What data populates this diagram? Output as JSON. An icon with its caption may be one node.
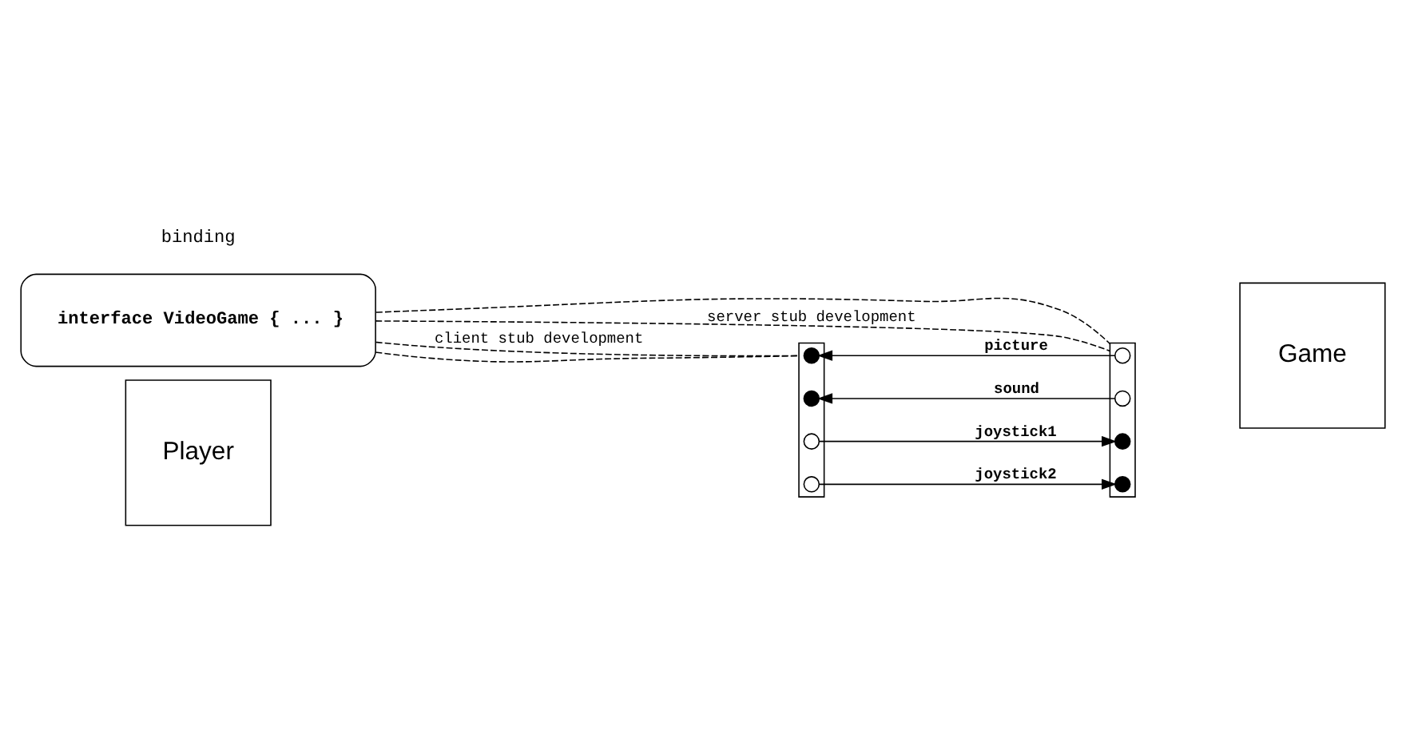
{
  "diagram": {
    "nodes": [
      {
        "text": [
          "interface VideoGame { ... }"
        ]
      },
      {
        "text": [
          "Player"
        ]
      },
      {
        "text": [
          "Game"
        ]
      },
      {
        "text": [],
        "shape": "box"
      },
      {
        "text": [],
        "shape": "circle",
        "in": 3
      },
      {
        "text": [],
        "shape": "circle",
        "in": 3
      },
      {
        "text": [],
        "shape": "circle",
        "in": 3
      },
      {
        "text": [],
        "shape": "circle",
        "in": 3
      },
      {
        "text": [],
        "shape": "box"
      },
      {
        "text": [],
        "shape": "circle",
        "in": 8
      },
      {
        "text": [],
        "shape": "circle",
        "in": 8
      },
      {
        "text": [],
        "shape": "circle",
        "in": 8
      },
      {
        "text": [],
        "shape": "circle",
        "in": 8
      }
    ],
    "edges": [
      {
        "from": 0,
        "to": 3,
        "arrow": "none",
        "style": "dashed",
        "label": "client stub development"
      },
      {
        "from": 0,
        "to": 8,
        "arrow": "none",
        "style": "dashed"
      },
      {
        "from": 0,
        "to": 3,
        "arrow": "none",
        "style": "dashed"
      },
      {
        "from": 0,
        "to": 8,
        "arrow": "none",
        "style": "dashed",
        "label": "server stub development"
      },
      {
        "from": 9,
        "to": 4,
        "arrow": "to",
        "label": "picture"
      },
      {
        "from": 10,
        "to": 5,
        "arrow": "to",
        "label": "sound"
      },
      {
        "from": 6,
        "to": 11,
        "arrow": "to",
        "label": "joystick1"
      },
      {
        "from": 7,
        "to": 12,
        "arrow": "to",
        "label": "joystick2"
      }
    ],
    "labels": [
      "binding"
    ]
  }
}
